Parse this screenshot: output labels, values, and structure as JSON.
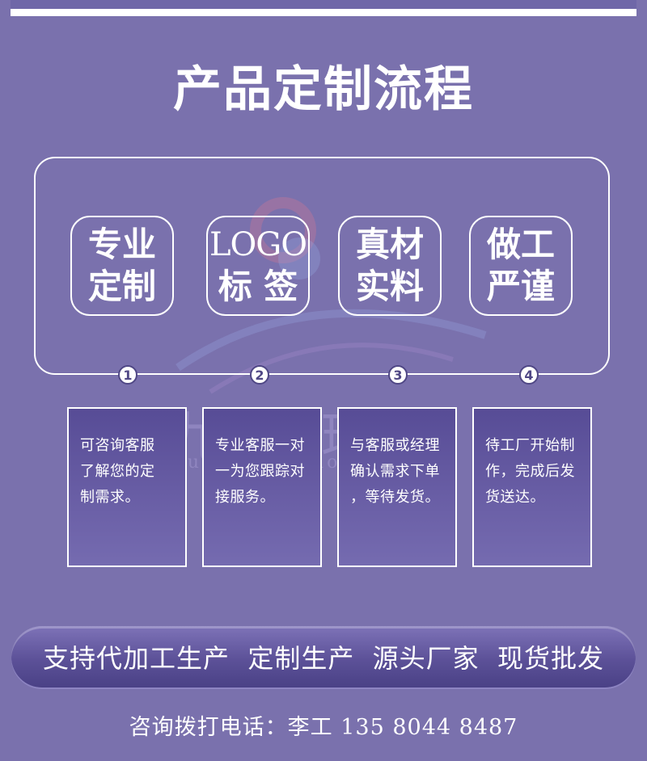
{
  "title": "产品定制流程",
  "watermark": {
    "text": "九品环保",
    "sub": "jiupinhuanbao"
  },
  "features": [
    {
      "line1": "专业",
      "line2": "定制"
    },
    {
      "line1": "LOGO",
      "line2": "标 签"
    },
    {
      "line1": "真材",
      "line2": "实料"
    },
    {
      "line1": "做工",
      "line2": "严谨"
    }
  ],
  "steps": [
    {
      "number": "1",
      "lines": [
        "可咨询客服",
        "了解您的定",
        "制需求。"
      ]
    },
    {
      "number": "2",
      "lines": [
        "专业客服一对",
        "一为您跟踪对",
        "接服务。"
      ]
    },
    {
      "number": "3",
      "lines": [
        "与客服或经理",
        "确认需求下单",
        "，等待发货。"
      ]
    },
    {
      "number": "4",
      "lines": [
        "待工厂开始制",
        "作，完成后发",
        "货送达。"
      ]
    }
  ],
  "banner": "支持代加工生产  定制生产  源头厂家  现货批发",
  "contact": "咨询拨打电话：李工  135  8044  8487",
  "colors": {
    "background": "#7a71ad",
    "card_top": "#574c96",
    "badge_text": "#4f4785"
  }
}
